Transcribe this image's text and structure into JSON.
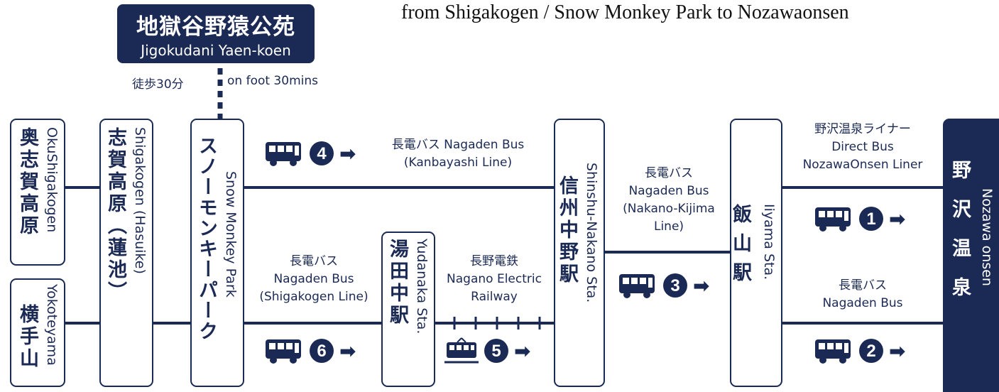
{
  "title": "from Shigakogen / Snow Monkey Park to Nozawaonsen",
  "top_station": {
    "jp": "地獄谷野猿公苑",
    "en": "Jigokudani Yaen-koen"
  },
  "walk": {
    "jp": "徒歩30分",
    "en": "on foot 30mins"
  },
  "stations": {
    "okushigakogen": {
      "jp": "奥志賀高原",
      "en": "OkuShigakogen"
    },
    "yokoteyama": {
      "jp": "横手山",
      "en": "Yokoteyama"
    },
    "shigakogen": {
      "jp": "志賀高原（蓮池）",
      "en": "Shigakogen (Hasuike)"
    },
    "snowmonkey": {
      "jp": "スノーモンキーパーク",
      "en": "Snow Monkey Park"
    },
    "yudanaka": {
      "jp": "湯田中駅",
      "en": "Yudanaka Sta."
    },
    "shinshu_nakano": {
      "jp": "信州中野駅",
      "en": "Shinshu-Nakano Sta."
    },
    "iiyama": {
      "jp": "飯山駅",
      "en": "Iiyama Sta."
    },
    "nozawa": {
      "jp": "野沢温泉",
      "en": "Nozawa onsen"
    }
  },
  "routes": {
    "r4": {
      "line1": "長電バス Nagaden Bus",
      "line2": "(Kanbayashi Line)",
      "number": "4"
    },
    "r6": {
      "line1": "長電バス",
      "line2": "Nagaden Bus",
      "line3": "(Shigakogen Line)",
      "number": "6"
    },
    "r5": {
      "line1": "長野電鉄",
      "line2": "Nagano Electric",
      "line3": "Railway",
      "number": "5"
    },
    "r3": {
      "line1": "長電バス",
      "line2": "Nagaden Bus",
      "line3": "(Nakano-Kijima",
      "line4": "Line)",
      "number": "3"
    },
    "r1": {
      "line1": "野沢温泉ライナー",
      "line2": "Direct Bus",
      "line3": "NozawaOnsen Liner",
      "number": "1"
    },
    "r2": {
      "line1": "長電バス",
      "line2": "Nagaden Bus",
      "number": "2"
    }
  },
  "icons": {
    "bus": "bus-icon",
    "train": "train-icon",
    "arrow": "right-arrow-icon"
  },
  "colors": {
    "navy": "#1b2a55",
    "white": "#ffffff"
  }
}
